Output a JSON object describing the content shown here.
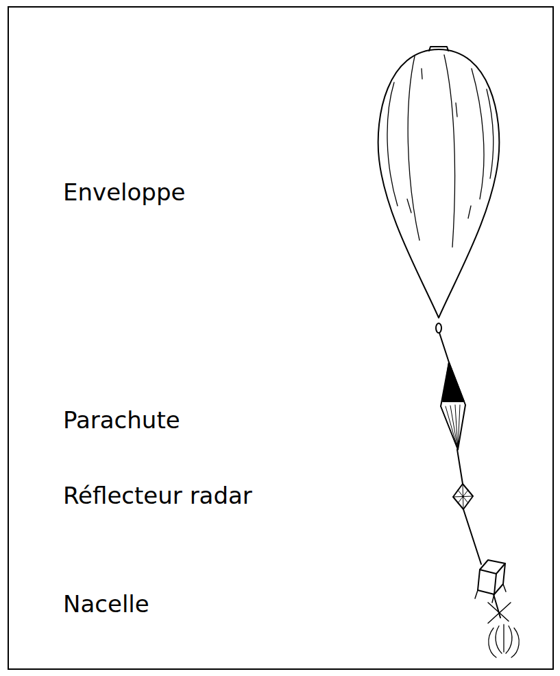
{
  "diagram": {
    "labels": [
      "Enveloppe",
      "Parachute",
      "Réflecteur radar",
      "Nacelle"
    ]
  }
}
